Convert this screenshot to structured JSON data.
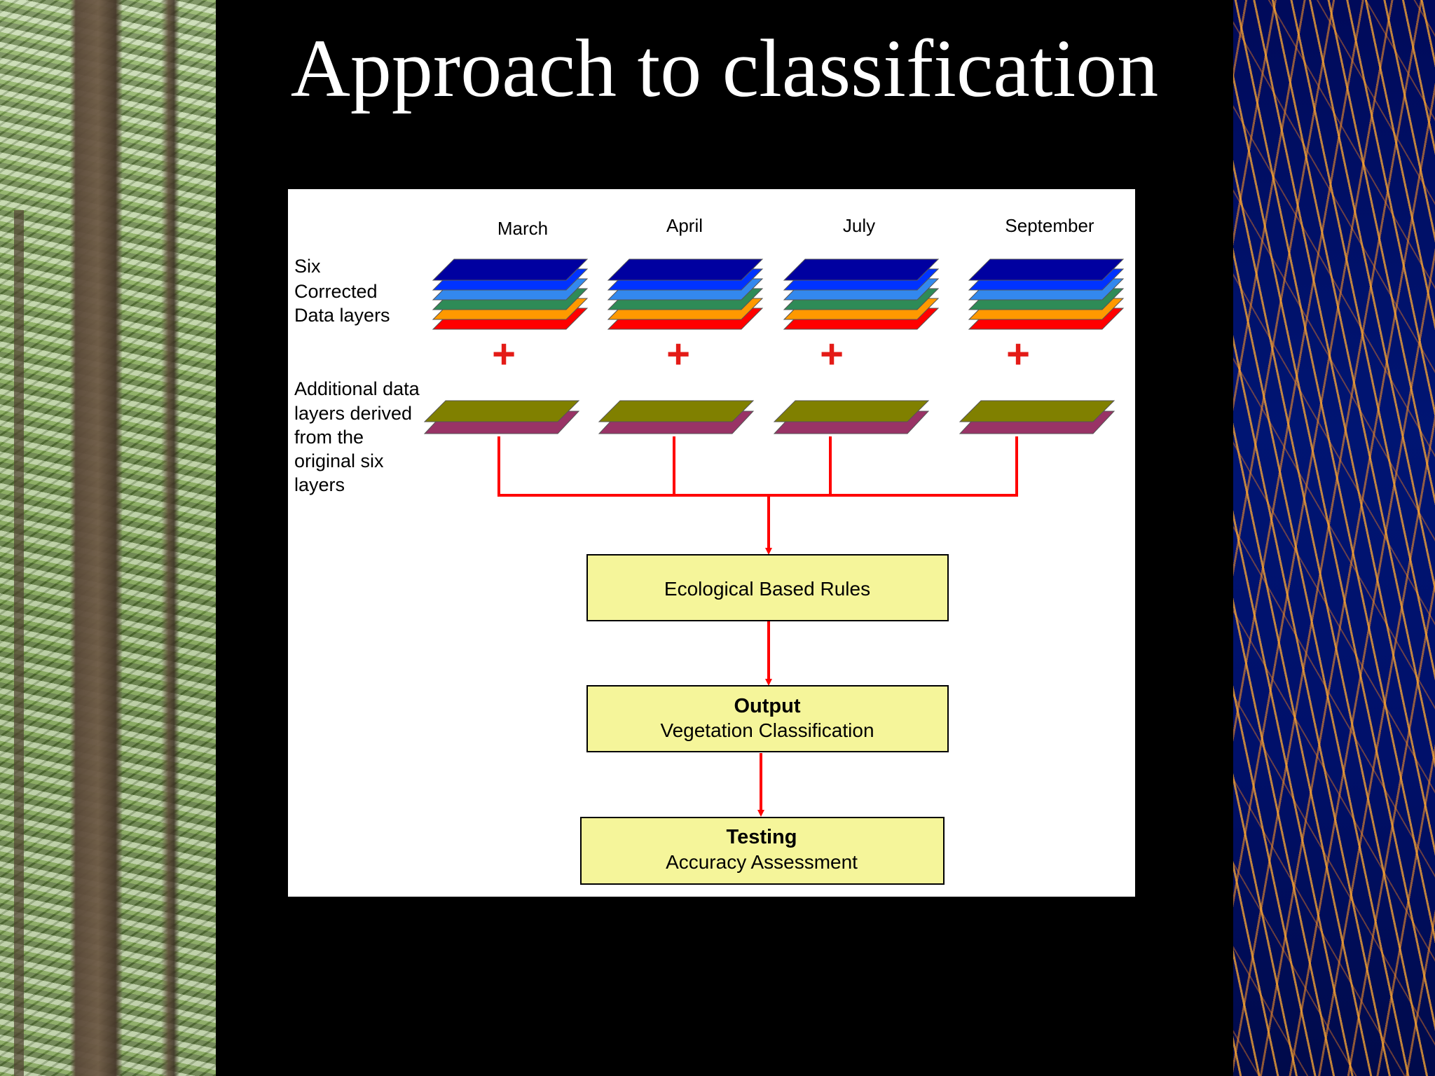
{
  "title": "Approach to classification",
  "row_labels": {
    "corrected": [
      "Six",
      "Corrected",
      "Data layers"
    ],
    "additional": [
      "Additional data",
      "layers derived",
      "from the",
      "original six",
      "layers"
    ]
  },
  "months": [
    "March",
    "April",
    "July",
    "September"
  ],
  "plus": "+",
  "layer_colors": [
    "#0000a0",
    "#0033ff",
    "#3388ee",
    "#2e8b57",
    "#ff9900",
    "#ff0000"
  ],
  "derived_colors": [
    "#808000",
    "#993366"
  ],
  "connector_color": "#ff0000",
  "box_fill": "#f5f59a",
  "boxes": {
    "rules": {
      "line1": "Ecological Based Rules"
    },
    "output": {
      "bold": "Output",
      "line2": "Vegetation Classification"
    },
    "testing": {
      "bold": "Testing",
      "line2": "Accuracy Assessment"
    }
  }
}
